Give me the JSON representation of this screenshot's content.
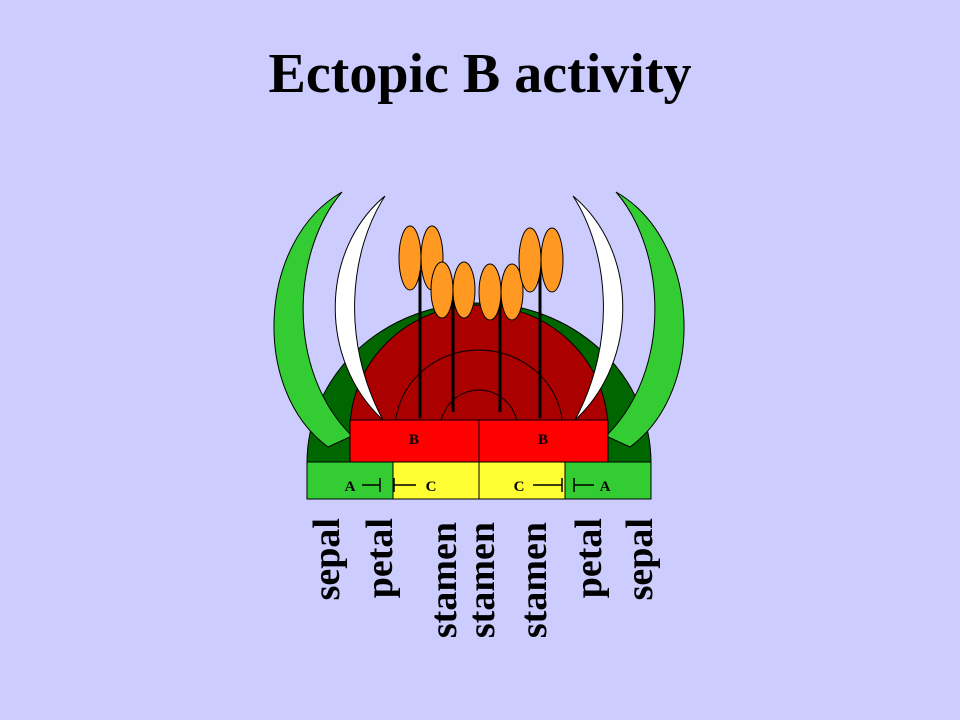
{
  "title": "Ectopic B activity",
  "colors": {
    "background": "#ccccff",
    "sepal": "#33cc33",
    "petal": "#ffffff",
    "stamen_anther": "#ff9922",
    "receptacle_outer": "#006600",
    "receptacle_inner": "#aa0000",
    "b_domain": "#ff0000",
    "a_domain": "#33cc33",
    "c_domain": "#ffff33"
  },
  "gene_domains": {
    "b_left": "B",
    "b_right": "B",
    "a_left": "A",
    "c_left": "C",
    "c_right": "C",
    "a_right": "A"
  },
  "organ_labels": [
    "sepal",
    "petal",
    "stamen",
    "stamen",
    "stamen",
    "petal",
    "sepal"
  ]
}
